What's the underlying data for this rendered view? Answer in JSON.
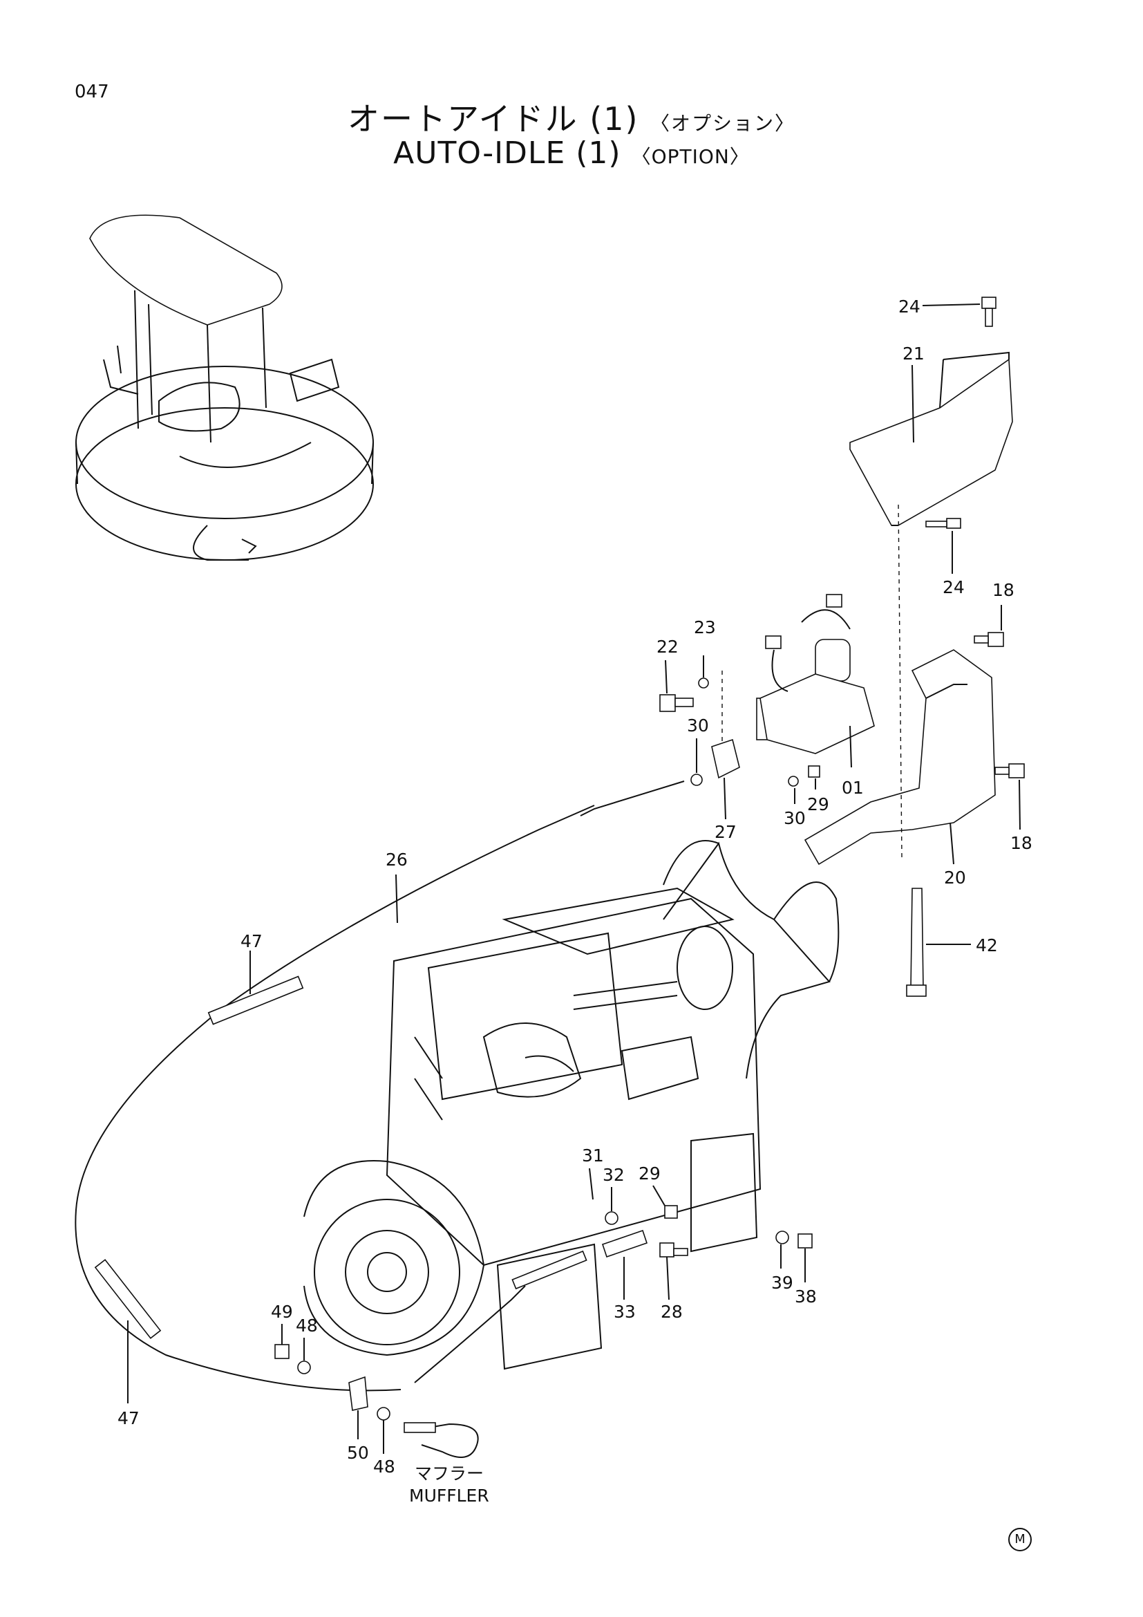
{
  "page_number": "047",
  "title_jp": "オートアイドル (1)",
  "title_jp_option": "〈オプション〉",
  "title_en": "AUTO-IDLE (1)",
  "title_en_option": "〈OPTION〉",
  "callouts": {
    "c24a": "24",
    "c21": "21",
    "c24b": "24",
    "c18a": "18",
    "c23": "23",
    "c22": "22",
    "c30a": "30",
    "c01": "01",
    "c30b": "30",
    "c29a": "29",
    "c27": "27",
    "c18b": "18",
    "c20": "20",
    "c26": "26",
    "c42": "42",
    "c47a": "47",
    "c31": "31",
    "c32": "32",
    "c29b": "29",
    "c39": "39",
    "c38": "38",
    "c33": "33",
    "c28": "28",
    "c49": "49",
    "c48a": "48",
    "c47b": "47",
    "c50": "50",
    "c48b": "48"
  },
  "muffler_jp": "マフラー",
  "muffler_en": "MUFFLER",
  "corner_mark": "M"
}
